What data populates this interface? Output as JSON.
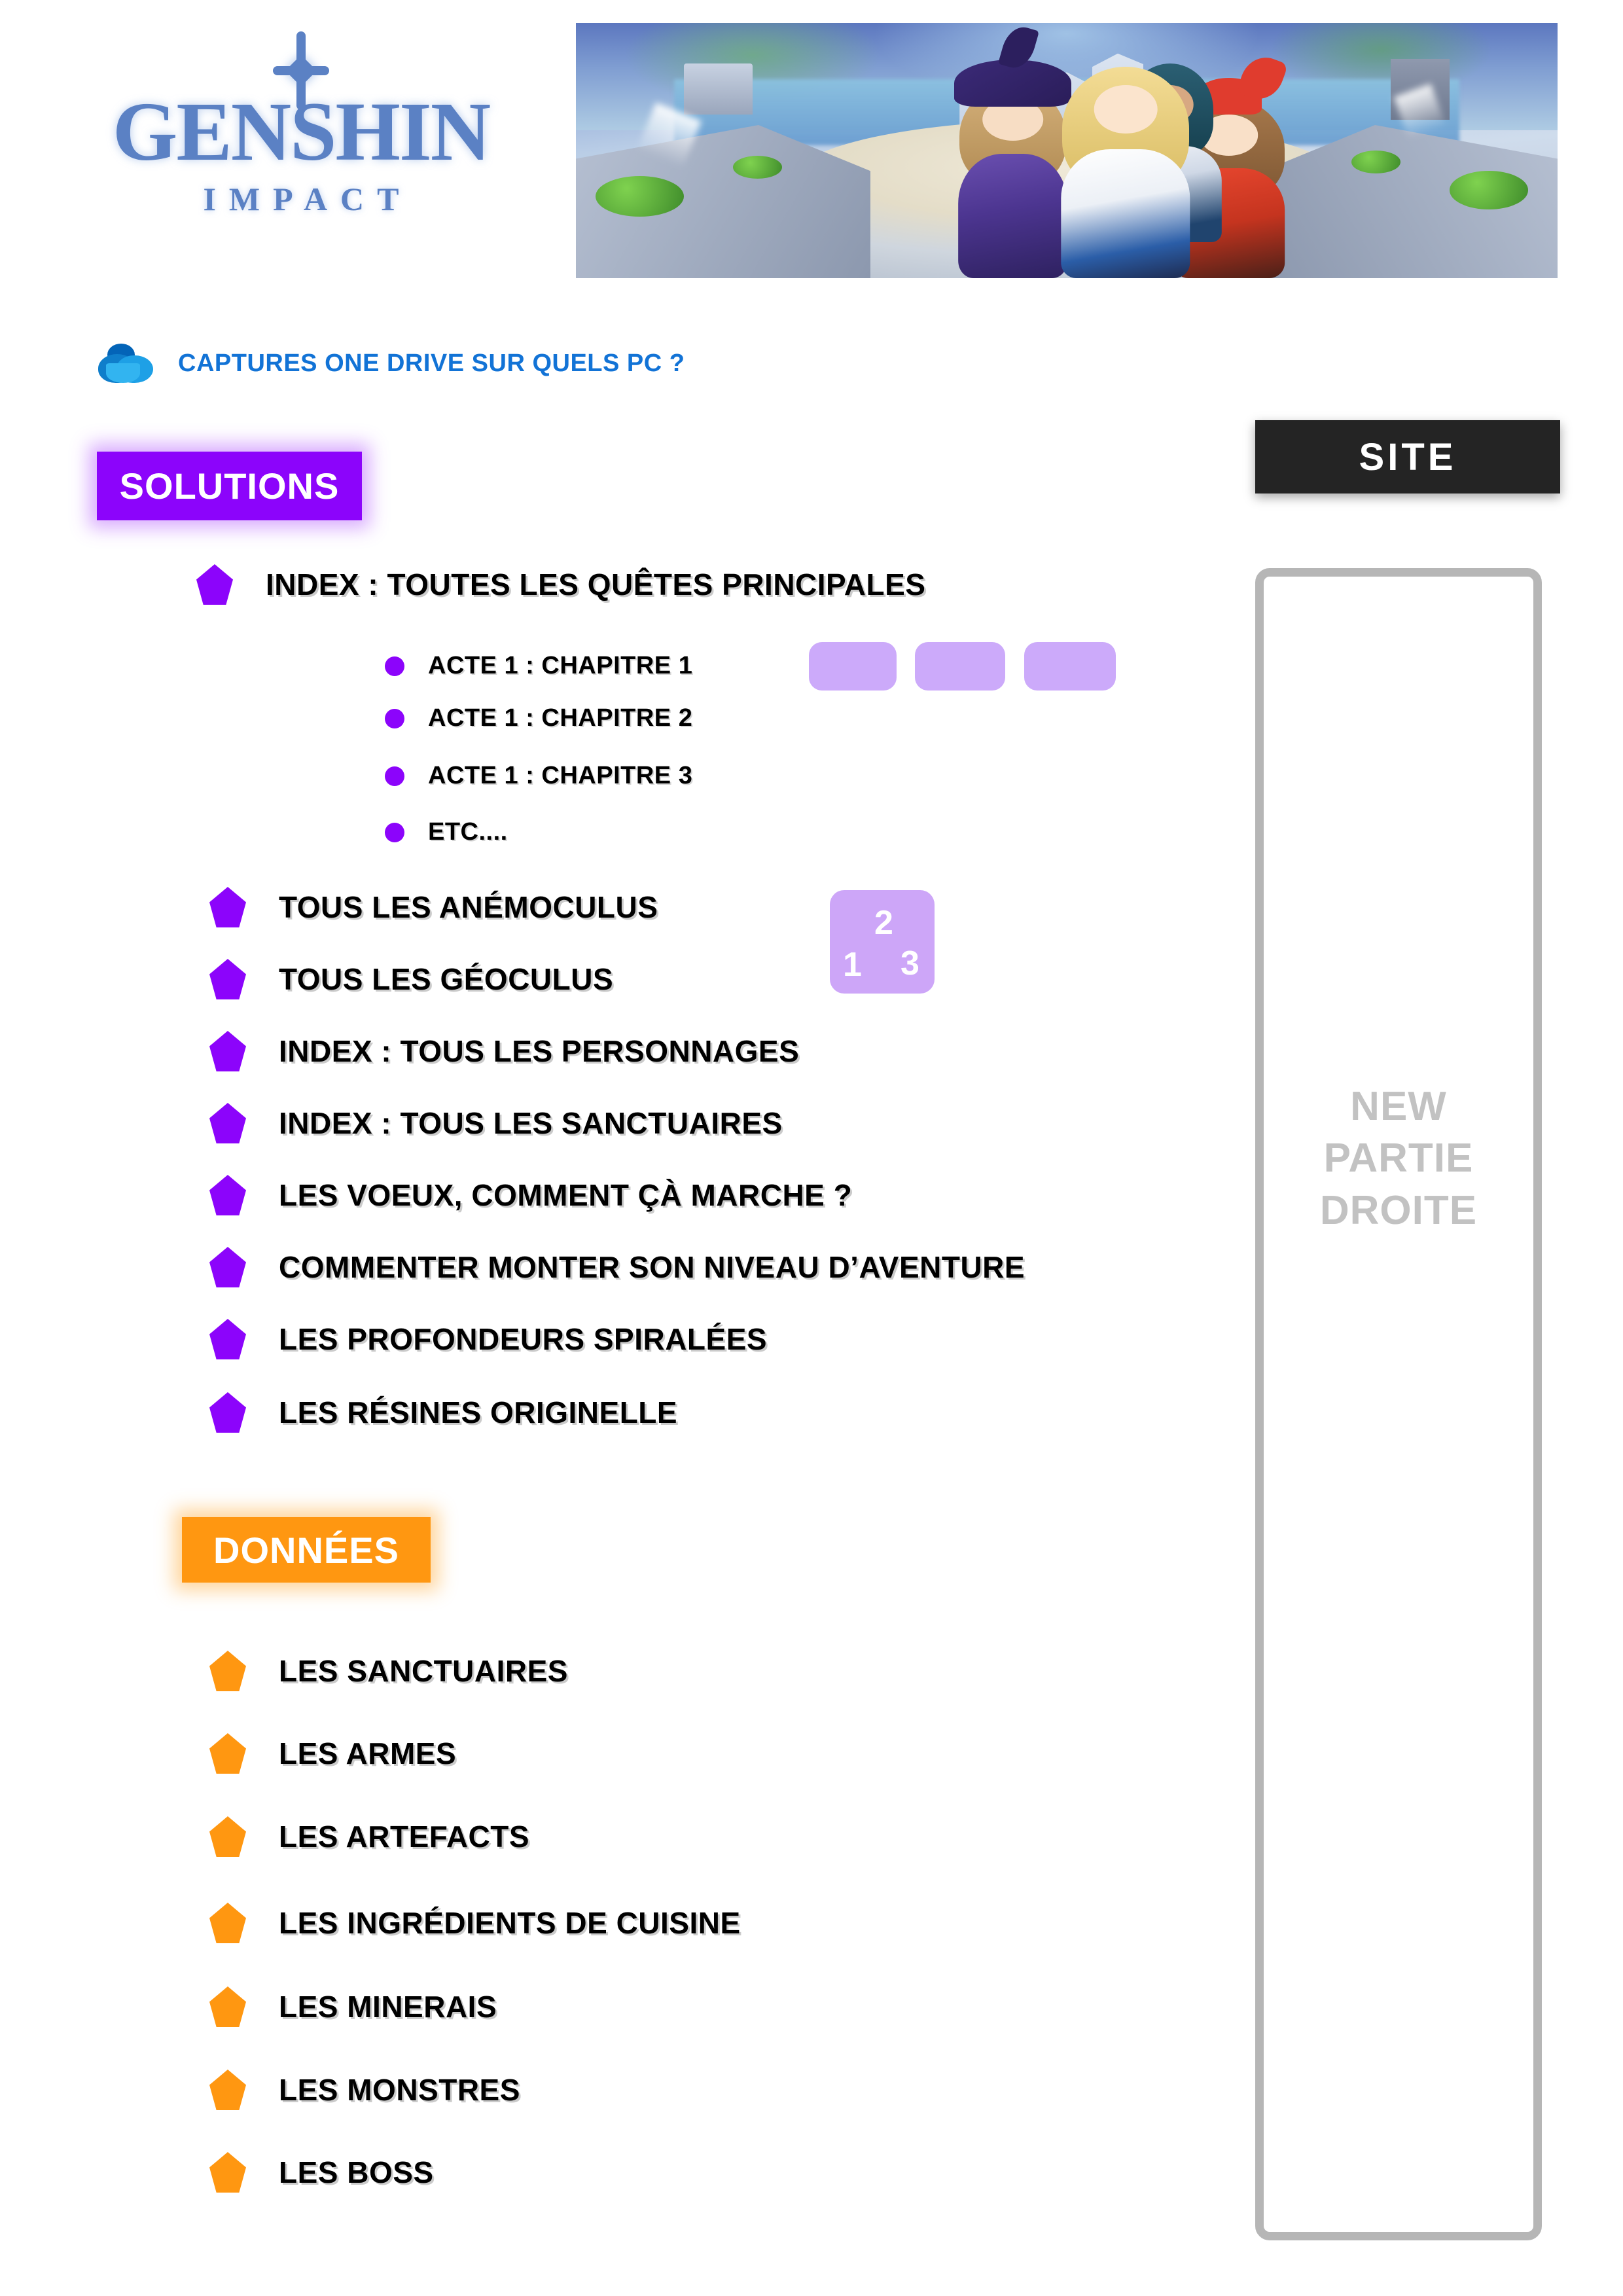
{
  "header": {
    "logo_main": "GENSHIN",
    "logo_sub": "IMPACT",
    "banner_alt": "genshin-impact-mondstadt-characters-artwork"
  },
  "caption": {
    "icon": "onedrive-cloud-icon",
    "text": "CAPTURES ONE DRIVE SUR QUELS PC ?",
    "color": "#1273d6"
  },
  "sections": {
    "solutions": {
      "badge_label": "SOLUTIONS",
      "badge_color": "#8c04fb",
      "items": [
        {
          "label": "INDEX : TOUTES LES QUÊTES PRINCIPALES"
        },
        {
          "label": "TOUS LES ANÉMOCULUS"
        },
        {
          "label": "TOUS LES GÉOCULUS"
        },
        {
          "label": "INDEX : TOUS LES PERSONNAGES"
        },
        {
          "label": "INDEX : TOUS LES SANCTUAIRES"
        },
        {
          "label": "LES VOEUX, COMMENT ÇÀ MARCHE ?"
        },
        {
          "label": "COMMENTER MONTER SON NIVEAU D’AVENTURE"
        },
        {
          "label": "LES PROFONDEURS SPIRALÉES"
        },
        {
          "label": "LES RÉSINES ORIGINELLE"
        }
      ],
      "sub_items": [
        {
          "label": "ACTE 1 : CHAPITRE 1"
        },
        {
          "label": "ACTE 1 : CHAPITRE 2"
        },
        {
          "label": "ACTE 1 : CHAPITRE 3"
        },
        {
          "label": "ETC...."
        }
      ]
    },
    "donnees": {
      "badge_label": "DONNÉES",
      "badge_color": "#ff9711",
      "items": [
        {
          "label": "LES SANCTUAIRES"
        },
        {
          "label": "LES ARMES"
        },
        {
          "label": "LES ARTEFACTS"
        },
        {
          "label": "LES INGRÉDIENTS DE CUISINE"
        },
        {
          "label": "LES MINERAIS"
        },
        {
          "label": "LES MONSTRES"
        },
        {
          "label": "LES BOSS"
        }
      ]
    }
  },
  "chips": {
    "color": "#ccaafa",
    "count": 3
  },
  "number_card": {
    "color": "#cda6f8",
    "numbers": [
      "2",
      "1",
      "3"
    ]
  },
  "site_panel": {
    "badge_label": "SITE",
    "badge_color": "#242424",
    "placeholder_line1": "NEW",
    "placeholder_line2": "PARTIE",
    "placeholder_line3": "DROITE",
    "frame_color": "#b6b6b6"
  }
}
